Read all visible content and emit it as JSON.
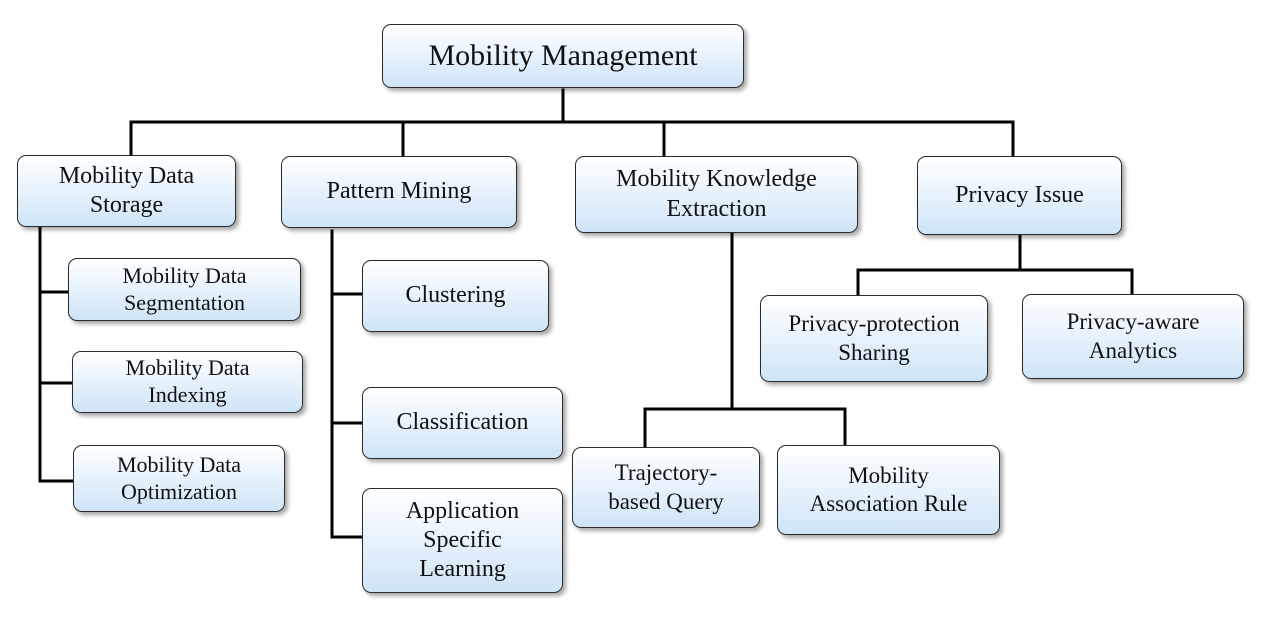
{
  "root": {
    "label": "Mobility Management"
  },
  "categories": [
    {
      "label": "Mobility Data\nStorage",
      "children": [
        "Mobility Data\nSegmentation",
        "Mobility Data\nIndexing",
        "Mobility Data\nOptimization"
      ]
    },
    {
      "label": "Pattern Mining",
      "children": [
        "Clustering",
        "Classification",
        "Application\nSpecific\nLearning"
      ]
    },
    {
      "label": "Mobility Knowledge\nExtraction",
      "children": [
        "Trajectory-\nbased Query",
        "Mobility\nAssociation Rule"
      ]
    },
    {
      "label": "Privacy Issue",
      "children": [
        "Privacy-protection\nSharing",
        "Privacy-aware\nAnalytics"
      ]
    }
  ],
  "colors": {
    "line": "#000000",
    "box_border": "#2b2b2b",
    "box_fill_top": "#ffffff",
    "box_fill_bottom": "#cfe4f7"
  }
}
